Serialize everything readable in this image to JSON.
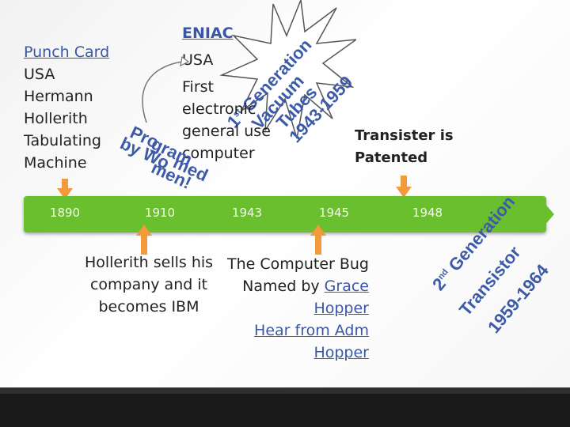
{
  "entries": {
    "punch_card_title": "Punch Card",
    "punch_card_lines": [
      "USA",
      "Hermann",
      "Hollerith",
      "Tabulating",
      "Machine"
    ],
    "eniac_title": "ENIAC",
    "eniac_lines": [
      "USA",
      "First",
      "electronic",
      "general use",
      "computer"
    ],
    "transister_lines": [
      "Transister is",
      "Patented"
    ],
    "hollerith_lines": [
      "Hollerith sells his",
      "company and it",
      "becomes IBM"
    ],
    "bug_line1": "The Computer Bug",
    "bug_line2_prefix": "Named by ",
    "bug_link1": "Grace",
    "bug_link2": "Hopper",
    "bug_link3": "Hear from Adm",
    "bug_link4": "Hopper"
  },
  "timeline": {
    "years": [
      "1890",
      "1910",
      "1943",
      "1945",
      "1948"
    ],
    "color": "#6abf2e"
  },
  "callouts": {
    "programmed": [
      "Pro",
      "gram",
      "med",
      "by Wo",
      "men!"
    ],
    "starburst": {
      "ordinal": "1",
      "ordinal_suffix": "st",
      "word1": "Generation",
      "word2": "Vacuum",
      "word3": "Tubes",
      "years": "1943-1959"
    },
    "second_gen": {
      "ordinal": "2",
      "ordinal_suffix": "nd",
      "word1": "Generation",
      "word2": "Transistor",
      "years": "1959-1964"
    }
  },
  "colors": {
    "accent": "#3c5aa8",
    "arrow": "#f39a3c",
    "timeline": "#6abf2e"
  },
  "icons": [
    "up-arrow-icon",
    "down-arrow-icon",
    "curved-arrow-icon",
    "starburst-icon"
  ]
}
